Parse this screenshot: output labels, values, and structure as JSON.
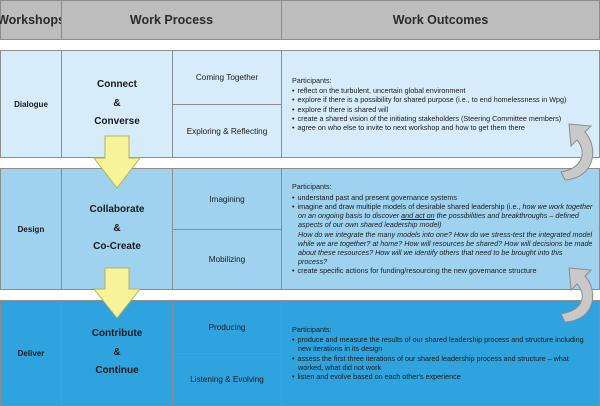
{
  "headers": {
    "workshops": "Workshops",
    "work_process": "Work Process",
    "work_outcomes": "Work Outcomes"
  },
  "rows": [
    {
      "workshop": "Dialogue",
      "process": [
        "Connect",
        "&",
        "Converse"
      ],
      "subprocesses": [
        "Coming Together",
        "Exploring & Reflecting"
      ],
      "outcomes_lead": "Participants:",
      "outcomes": [
        "reflect on the turbulent, uncertain global environment",
        "explore if there is a possibility for shared purpose  (i.e., to end homelessness in Wpg)",
        "explore if there is shared will",
        "create a shared vision of the initiating stakeholders (Steering Committee members)",
        "agree on who else to invite to next workshop and how to get them there"
      ]
    },
    {
      "workshop": "Design",
      "process": [
        "Collaborate",
        "&",
        "Co-Create"
      ],
      "subprocesses": [
        "Imagining",
        "Mobilizing"
      ],
      "outcomes_lead": "Participants:",
      "outcomes_b1": "understand past and present governance systems",
      "outcomes_b2_a": "imagine and draw multiple models of desirable shared leadership (i.e., ",
      "outcomes_b2_b": "how we work together on an ongoing basis to discover ",
      "outcomes_b2_c": "and act on",
      "outcomes_b2_d": " the possibilities and breakthroughs",
      "outcomes_b2_e": " – defined aspects of our own shared leadership model)",
      "outcomes_questions": "How do we integrate the many models into one?  How do we stress-test the integrated model while we are together? at home?  How will resources be shared?  How will decisions be made about these resources? How will we identify others that need to be brought into this process?",
      "outcomes_b3": "create specific actions for funding/resourcing the new governance structure"
    },
    {
      "workshop": "Deliver",
      "process": [
        "Contribute",
        "&",
        "Continue"
      ],
      "subprocesses": [
        "Producing",
        "Listening & Evolving"
      ],
      "outcomes_lead": "Participants:",
      "outcomes": [
        "produce and measure the results of our shared leadership process and structure including new iterations in its design",
        "assess the first three iterations of our shared leadership process and structure – what worked, what did not work",
        "listen and evolve based on each other's experience"
      ]
    }
  ],
  "colors": {
    "header": "#bdbdbd",
    "dialogue": "#d7ecfa",
    "design": "#9fd2ef",
    "deliver": "#2fa3dd",
    "arrow_down": "#f6f39a",
    "arrow_loop": "#c9c9c9"
  },
  "icons": {
    "down_arrow": "yellow-down-arrow-icon",
    "loop_arrow": "curved-loop-arrow-icon"
  }
}
